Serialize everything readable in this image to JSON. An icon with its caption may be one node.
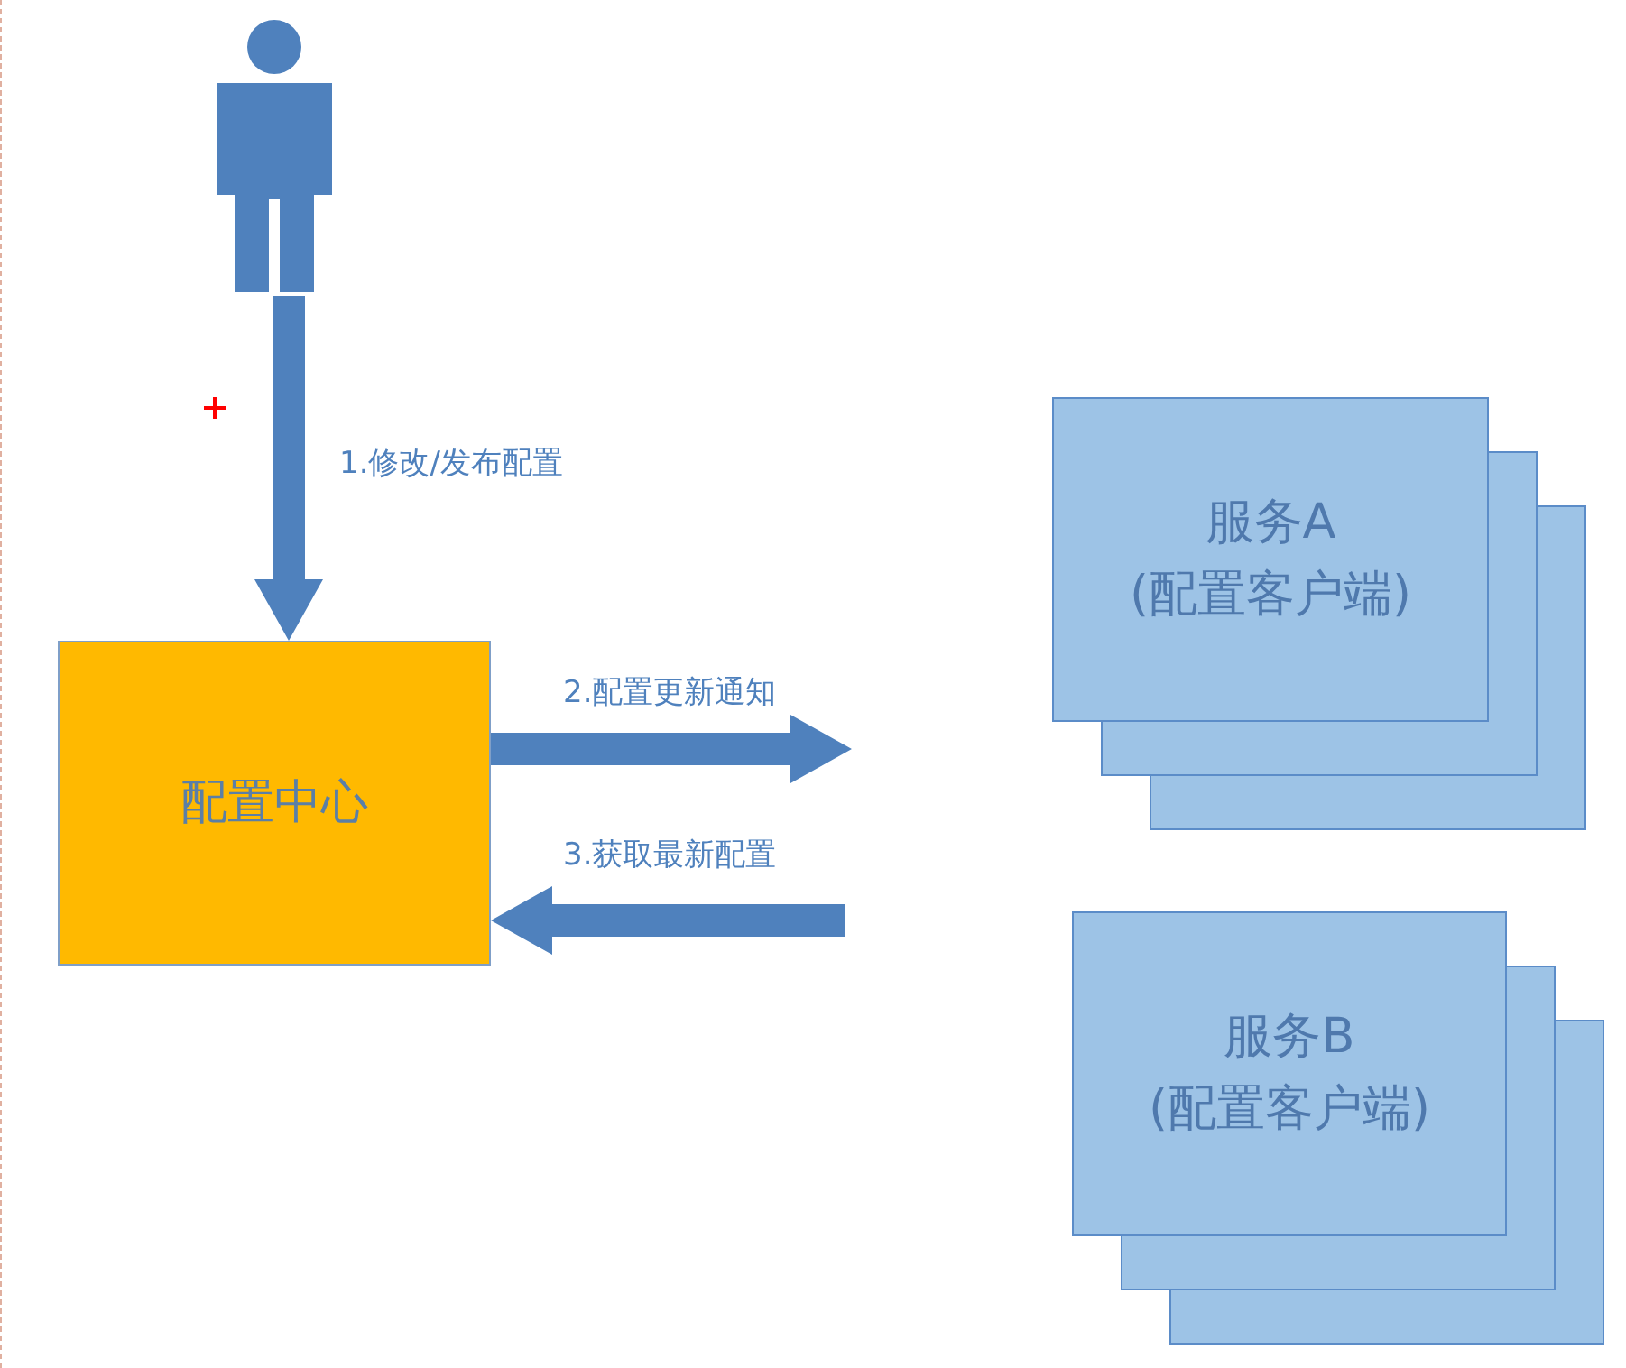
{
  "diagram": {
    "nodes": [
      {
        "text": [],
        "shape": "person"
      },
      {
        "text": [
          "配置中心"
        ]
      },
      {
        "text": [
          "服务A",
          "(配置客户端)"
        ]
      },
      {
        "text": [
          "服务B",
          "(配置客户端)"
        ]
      }
    ],
    "edges": [
      {
        "from": 0,
        "to": 1,
        "arrow": "to",
        "label": "1.修改/发布配置",
        "style": "thick"
      },
      {
        "from": 1,
        "to": null,
        "arrow": "to",
        "label": "2.配置更新通知",
        "style": "thick"
      },
      {
        "from": null,
        "to": 1,
        "arrow": "to",
        "label": "3.获取最新配置",
        "style": "thick"
      }
    ]
  }
}
